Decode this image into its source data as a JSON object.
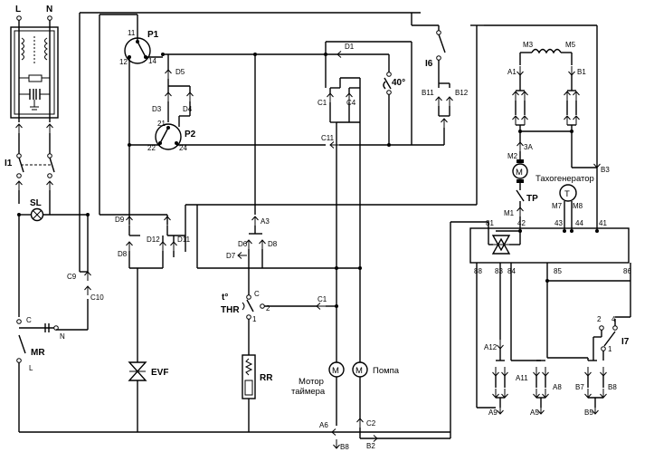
{
  "labels": {
    "L": "L",
    "N": "N",
    "I1": "I1",
    "SL": "SL",
    "MR": "MR",
    "C_mr": "C",
    "N_mr": "N",
    "L_mr": "L",
    "C9": "C9",
    "C10": "C10",
    "P1": "P1",
    "P1_11": "11",
    "P1_12": "12",
    "P1_14": "14",
    "D5": "D5",
    "D3": "D3",
    "D4": "D4",
    "P2": "P2",
    "P2_21": "21",
    "P2_22": "22",
    "P2_24": "24",
    "D1": "D1",
    "C1": "C1",
    "C4": "C4",
    "C11": "C11",
    "T40": "40°",
    "I6": "I6",
    "B11": "B11",
    "B12": "B12",
    "D9": "D9",
    "D8": "D8",
    "D12": "D12",
    "D11": "D11",
    "A3": "A3",
    "D6": "D6",
    "D7": "D7",
    "D8b": "D8",
    "THR_t": "t°",
    "THR": "THR",
    "THR_C": "C",
    "THR_2": "2",
    "THR_1": "1",
    "C1b": "C1",
    "RR": "RR",
    "EVF": "EVF",
    "motor_timer": "Мотор",
    "motor_timer2": "таймера",
    "pump": "Помпа",
    "M": "M",
    "A6": "A6",
    "B8": "B8",
    "C2": "C2",
    "B2": "B2",
    "M3": "M3",
    "M5": "M5",
    "A1": "A1",
    "B1": "B1",
    "3A": "3A",
    "M2": "M2",
    "TP": "TP",
    "M1": "M1",
    "tacho": "Тахогенератор",
    "T": "T",
    "M7": "M7",
    "M8": "M8",
    "B3": "B3",
    "n81": "81",
    "n42": "42",
    "n43": "43",
    "n44": "44",
    "n41": "41",
    "n88": "88",
    "n83": "83",
    "n84": "84",
    "n85": "85",
    "n86": "86",
    "A12": "A12",
    "A11": "A11",
    "A8": "A8",
    "A9": "A9",
    "A5": "A5",
    "B7": "B7",
    "B8b": "B8",
    "B5": "B5",
    "I7": "I7",
    "I7_2": "2",
    "I7_4": "4",
    "I7_1": "1"
  }
}
